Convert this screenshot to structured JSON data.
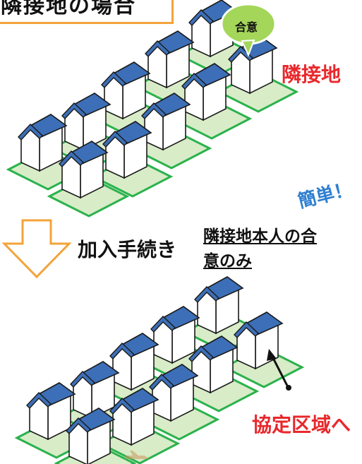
{
  "title": "隣接地の場合",
  "bubble": {
    "label": "合意"
  },
  "labels": {
    "neighbor": "隣接地",
    "simple": "簡単！",
    "process": "加入手続き",
    "consent_line1": "隣接地本人の合",
    "consent_line2": "意のみ",
    "area": "協定区域へ"
  },
  "colors": {
    "roof": "#3c6fb7",
    "roof_highlight": "#ef5b24",
    "lot_border": "#2bb24c",
    "lot_fill": "#d8ecc8",
    "arrow_outline": "#f3a33a",
    "accent_red": "#e8282c",
    "accent_blue": "#2f7fd0"
  }
}
